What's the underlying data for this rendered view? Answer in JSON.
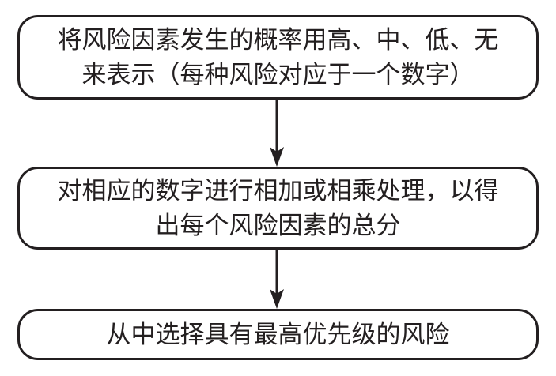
{
  "diagram": {
    "steps": [
      {
        "lines": [
          "将风险因素发生的概率用高、中、低、无",
          "来表示（每种风险对应于一个数字）"
        ]
      },
      {
        "lines": [
          "对相应的数字进行相加或相乘处理，以得",
          "出每个风险因素的总分"
        ]
      },
      {
        "lines": [
          "从中选择具有最高优先级的风险"
        ]
      }
    ],
    "colors": {
      "stroke": "#231f20",
      "text": "#231f20",
      "background": "#ffffff"
    }
  }
}
